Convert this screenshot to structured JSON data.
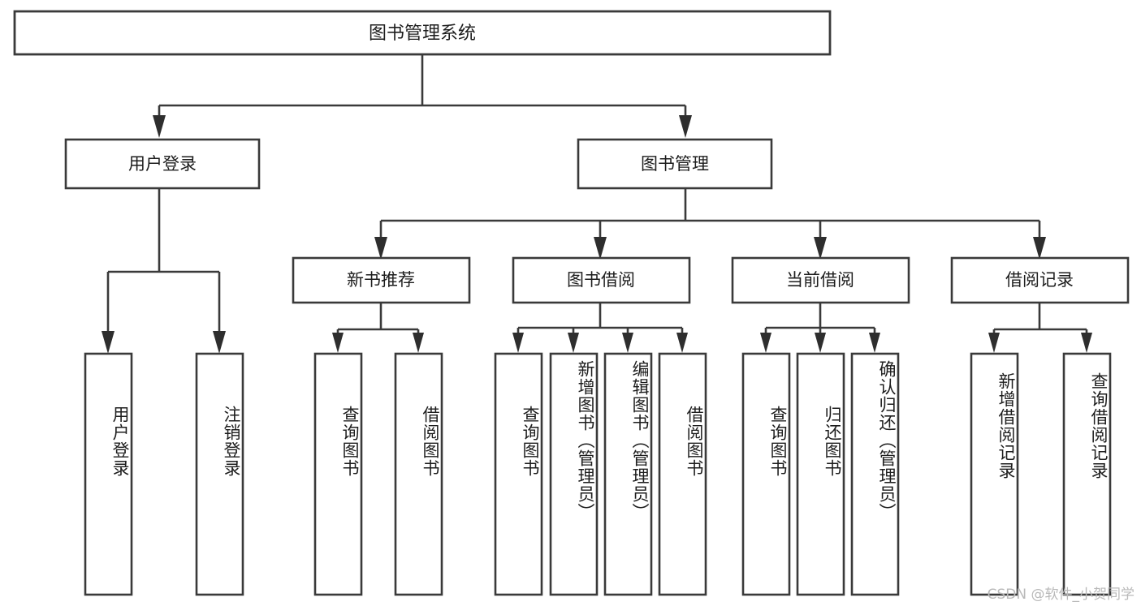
{
  "diagram": {
    "title": "图书管理系统",
    "type": "tree-hierarchy-diagram",
    "colors": {
      "background": "#ffffff",
      "box_fill": "#ffffff",
      "box_stroke": "#3a3a3a",
      "connector": "#3a3a3a",
      "text": "#1d1d1d",
      "watermark": "#b9b9b9"
    },
    "root": {
      "id": "root",
      "label": "图书管理系统"
    },
    "level2": [
      {
        "id": "user-login",
        "label": "用户登录"
      },
      {
        "id": "book-manage",
        "label": "图书管理"
      }
    ],
    "level3": [
      {
        "id": "new-book-recommend",
        "label": "新书推荐"
      },
      {
        "id": "book-borrow",
        "label": "图书借阅"
      },
      {
        "id": "current-borrow",
        "label": "当前借阅"
      },
      {
        "id": "borrow-record",
        "label": "借阅记录"
      }
    ],
    "leaves": {
      "user_login": [
        {
          "id": "leaf-user-login",
          "label": "用户登录"
        },
        {
          "id": "leaf-logout-login",
          "label": "注销登录"
        }
      ],
      "new_book_recommend": [
        {
          "id": "leaf-query-book-1",
          "label": "查询图书"
        },
        {
          "id": "leaf-borrow-book-1",
          "label": "借阅图书"
        }
      ],
      "book_borrow": [
        {
          "id": "leaf-query-book-2",
          "label": "查询图书"
        },
        {
          "id": "leaf-add-book",
          "label": "新增图书（管理员）"
        },
        {
          "id": "leaf-edit-book",
          "label": "编辑图书（管理员）"
        },
        {
          "id": "leaf-borrow-book-2",
          "label": "借阅图书"
        }
      ],
      "current_borrow": [
        {
          "id": "leaf-query-book-3",
          "label": "查询图书"
        },
        {
          "id": "leaf-return-book",
          "label": "归还图书"
        },
        {
          "id": "leaf-confirm-return",
          "label": "确认归还（管理员）"
        }
      ],
      "borrow_record": [
        {
          "id": "leaf-add-record",
          "label": "新增借阅记录"
        },
        {
          "id": "leaf-query-record",
          "label": "查询借阅记录"
        }
      ]
    }
  },
  "watermark": {
    "text": "CSDN @软件_小贺同学"
  }
}
